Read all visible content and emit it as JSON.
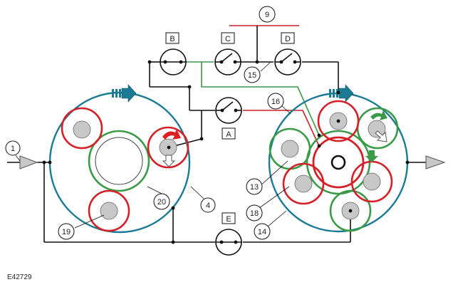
{
  "diagram": {
    "figure_code": "E42729",
    "callouts": {
      "c1": "1",
      "c4": "4",
      "c9": "9",
      "c13": "13",
      "c14": "14",
      "c15": "15",
      "c16": "16",
      "c18": "18",
      "c19": "19",
      "c20": "20"
    },
    "switches": {
      "A": "A",
      "B": "B",
      "C": "C",
      "D": "D",
      "E": "E"
    },
    "colors": {
      "dial_blue": "#1b7a94",
      "cam_red": "#d42027",
      "cam_green": "#3a9a48",
      "arrow_red": "#e02020",
      "arrow_green": "#3a9a48",
      "wire_black": "#111111",
      "wire_green": "#3a9a48",
      "wire_red": "#c8202a",
      "roller_grey": "#c8c8c8"
    }
  }
}
